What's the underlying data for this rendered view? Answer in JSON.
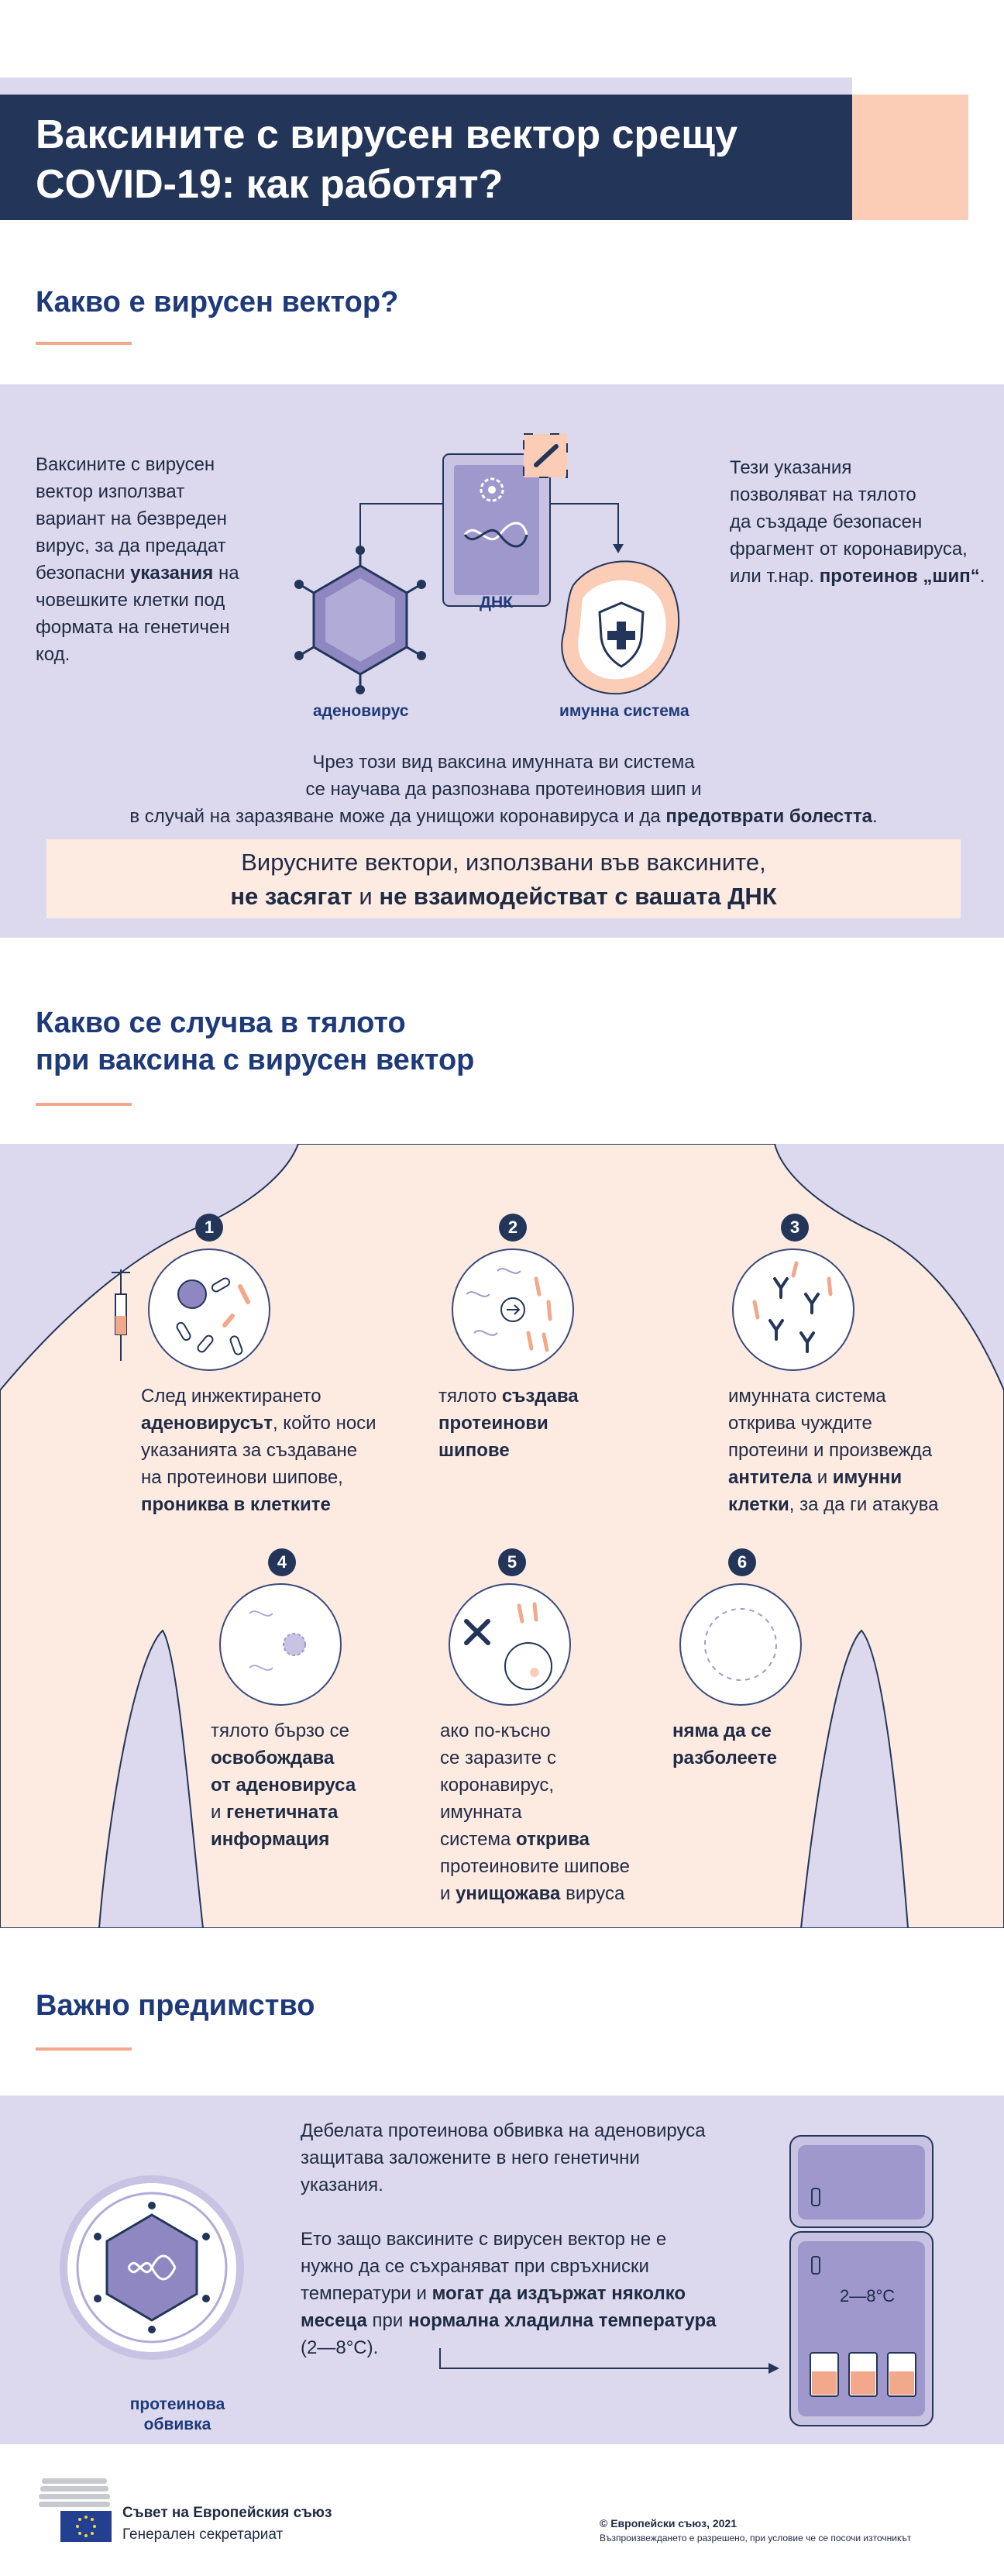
{
  "title": {
    "line1": "Ваксините с вирусен вектор срещу",
    "line2": "COVID-19: как работят?"
  },
  "section1": {
    "heading": "Какво е вирусен вектор?",
    "left_text": [
      "Ваксините с вирусен",
      "вектор използват",
      "вариант на безвреден",
      "вирус, за да предадат",
      "безопасни ",
      "указания",
      " на",
      "човешките клетки под",
      "формата на генетичен",
      "код."
    ],
    "right_text": [
      "Тези указания",
      "позволяват на тялото",
      "да създаде безопасен",
      "фрагмент от коронавируса,",
      "или т.нар. ",
      "протеинов „шип“",
      "."
    ],
    "label_dna": "ДНК",
    "label_adenovirus": "аденовирус",
    "label_immune": "имунна система",
    "center_text": [
      "Чрез този вид ваксина имунната ви система",
      "се научава да разпознава протеиновия шип и",
      "в случай на заразяване може да унищожи коронавируса и да ",
      "предотврати болестта",
      "."
    ],
    "callout": [
      "Вирусните вектори, използвани във ваксините,",
      "не засягат",
      " и ",
      "не взаимодействат с вашата ДНК"
    ]
  },
  "section2": {
    "heading_line1": "Какво се случва в тялото",
    "heading_line2": "при ваксина с вирусен вектор",
    "steps": [
      {
        "n": "1",
        "parts": [
          "След инжектирането",
          "аденовирусът",
          ", който носи",
          "указанията за създаване",
          "на протеинови шипове,",
          "прониква в клетките"
        ]
      },
      {
        "n": "2",
        "parts": [
          "тялото ",
          "създава",
          "протеинови",
          "шипове"
        ]
      },
      {
        "n": "3",
        "parts": [
          "имунната система",
          "открива чуждите",
          "протеини и произвежда",
          "антитела",
          " и ",
          "имунни",
          "клетки",
          ", за да ги атакува"
        ]
      },
      {
        "n": "4",
        "parts": [
          "тялото бързо се",
          "освобождава",
          "от аденовируса",
          "и ",
          "генетичната",
          "информация"
        ]
      },
      {
        "n": "5",
        "parts": [
          "ако по-късно",
          "се заразите с",
          "коронавирус,",
          "имунната",
          "система ",
          "открива",
          "протеиновите шипове",
          "и ",
          "унищожава",
          " вируса"
        ]
      },
      {
        "n": "6",
        "parts": [
          "няма да се",
          "разболеете"
        ]
      }
    ]
  },
  "section3": {
    "heading": "Важно предимство",
    "para1": [
      "Дебелата протеинова обвивка на аденовируса",
      "защитава заложените в него генетични",
      "указания."
    ],
    "para2": [
      "Ето защо ваксините с вирусен вектор не е",
      "нужно да се съхраняват при свръхниски",
      "температури и ",
      "могат да издържат няколко",
      "месеца",
      " при ",
      "нормална хладилна температура",
      "(2—8°C)."
    ],
    "label_shell_1": "протеинова",
    "label_shell_2": "обвивка",
    "fridge_temp": "2—8°C"
  },
  "footer": {
    "org": "Съвет на Европейския съюз",
    "sub": "Генерален секретариат",
    "copyright": "© Европейски съюз, 2021",
    "reproduce": "Възпроизвеждането е разрешено, при условие че се посочи източникът"
  },
  "colors": {
    "navy": "#233659",
    "lavender": "#dcd9ee",
    "peach": "#fdebe2",
    "salmon": "#fccdb6",
    "rule": "#f2a88a",
    "blue": "#1f3a7a"
  }
}
